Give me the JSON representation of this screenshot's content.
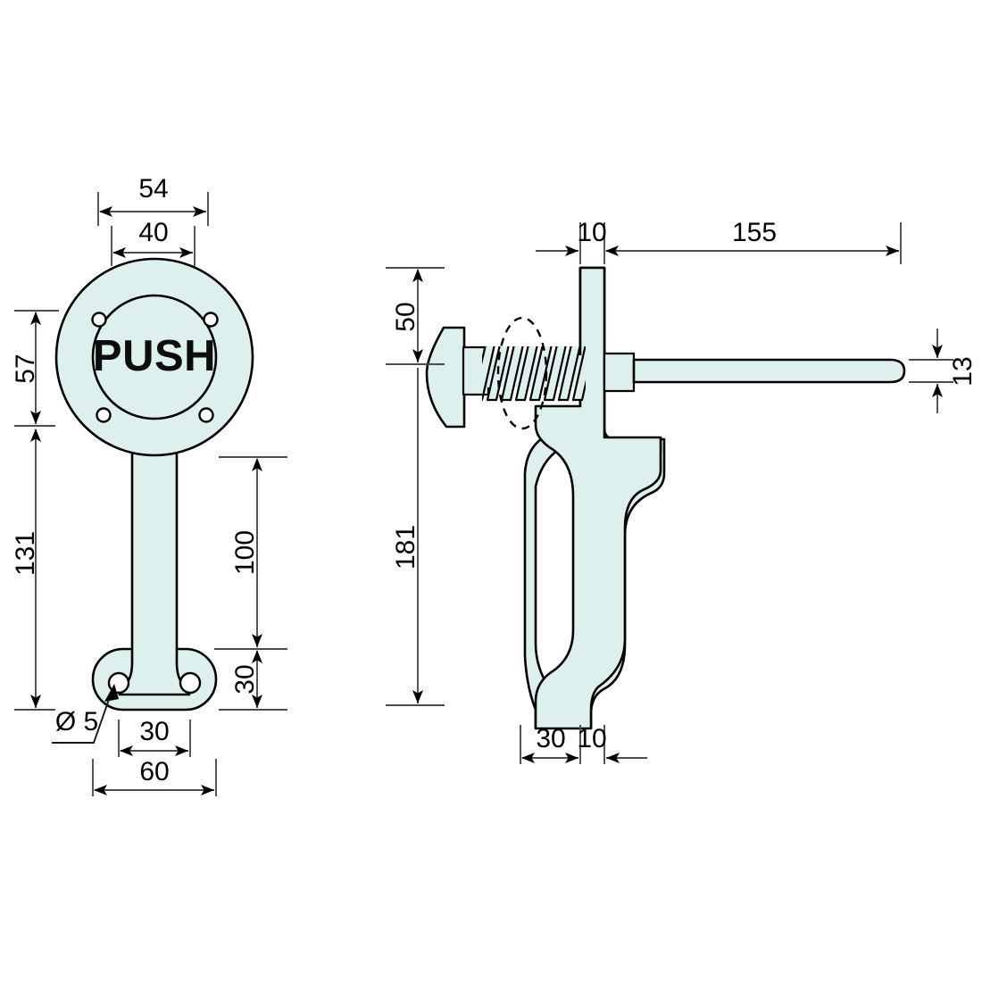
{
  "drawing": {
    "title": "Push handle technical drawing",
    "label_push": "PUSH",
    "fill_color": "#ddf0ee",
    "line_color": "#000000",
    "dim_color": "#4d4d4d",
    "background": "#ffffff"
  },
  "front_view": {
    "name": "front-view",
    "dimensions": {
      "rose_outer_dia": "54",
      "rose_inner_dia": "40",
      "rose_height": "57",
      "total_height": "131",
      "stem_length": "100",
      "base_height": "30",
      "hole_spacing": "30",
      "base_width": "60",
      "hole_dia": "Ø 5"
    }
  },
  "side_view": {
    "name": "side-view",
    "dimensions": {
      "plate_thickness": "10",
      "lever_length": "155",
      "knob_offset": "50",
      "overall_height": "181",
      "lever_thickness": "13",
      "handle_depth": "30",
      "handle_wall": "10"
    }
  }
}
